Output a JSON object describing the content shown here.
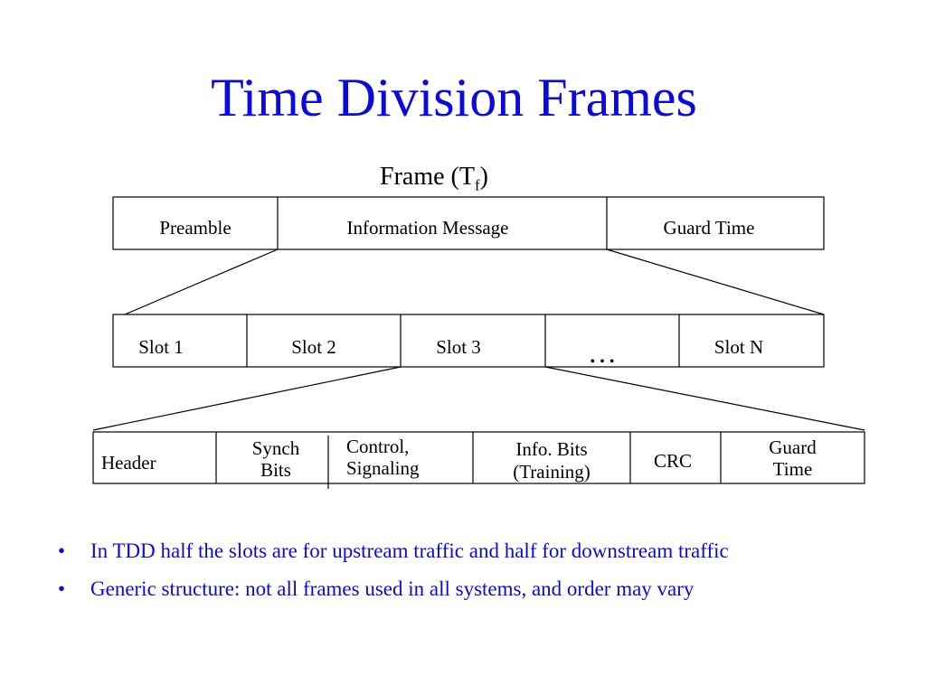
{
  "title": "Time Division Frames",
  "frame_label": "Frame (T",
  "frame_label_sub": "f",
  "frame_label_close": ")",
  "frame_row": [
    "Preamble",
    "Information Message",
    "Guard Time"
  ],
  "slot_row": [
    "Slot 1",
    "Slot 2",
    "Slot 3",
    "…",
    "Slot N"
  ],
  "bits_row": {
    "header": "Header",
    "synch_1": "Synch",
    "synch_2": "Bits",
    "control_1": "Control,",
    "control_2": "Signaling",
    "info_1": "Info. Bits",
    "info_2": "(Training)",
    "crc": "CRC",
    "guard_1": "Guard",
    "guard_2": "Time"
  },
  "bullets": [
    "In TDD half the slots are for upstream traffic and half for downstream traffic",
    "Generic structure: not all frames used in all systems, and order may vary"
  ],
  "colors": {
    "title": "#0a0adc",
    "bullet_text": "#0a0adc",
    "lines": "#000000"
  }
}
